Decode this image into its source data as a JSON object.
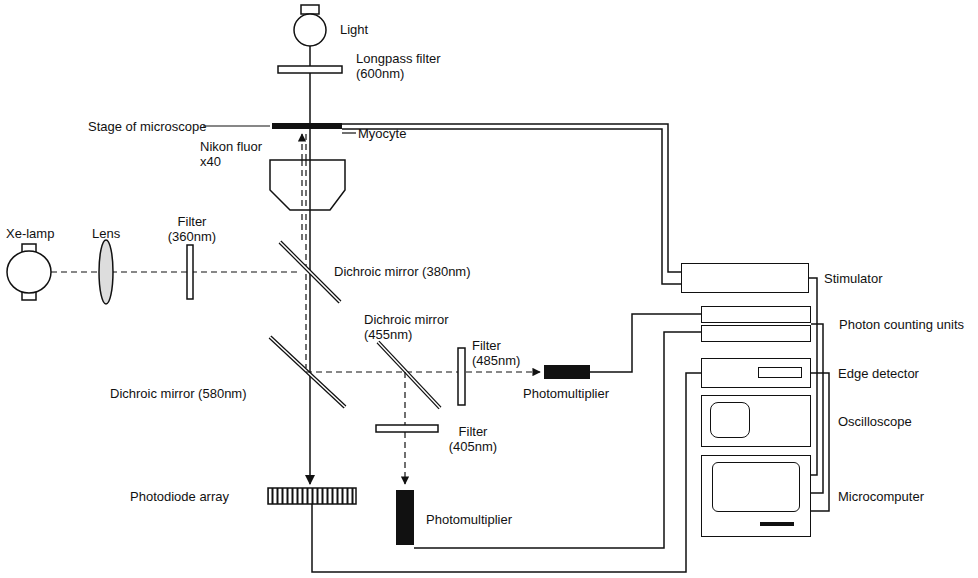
{
  "diagram": {
    "nodes": [
      {
        "text": [
          "Stimulator"
        ]
      },
      {
        "text": [
          "Photon counting units"
        ]
      },
      {
        "text": [
          "Edge detector"
        ]
      },
      {
        "text": [
          "Oscilloscope"
        ]
      },
      {
        "text": [
          "Microcomputer"
        ]
      }
    ],
    "edges": [
      {
        "from": 0,
        "to": 4,
        "arrow": "none"
      },
      {
        "from": 1,
        "to": 4,
        "arrow": "none"
      },
      {
        "from": 2,
        "to": 4,
        "arrow": "none"
      }
    ],
    "labels": [
      "Light",
      "Longpass filter (600nm)",
      "Stage of microscope",
      "Myocyte",
      "Nikon fluor x40",
      "Xe-lamp",
      "Lens",
      "Filter (360nm)",
      "Dichroic mirror (380nm)",
      "Dichroic mirror (455nm)",
      "Filter (485nm)",
      "Photomultiplier",
      "Dichroic mirror (580nm)",
      "Filter (405nm)",
      "Photodiode array",
      "Photomultiplier",
      "+",
      "-"
    ]
  }
}
